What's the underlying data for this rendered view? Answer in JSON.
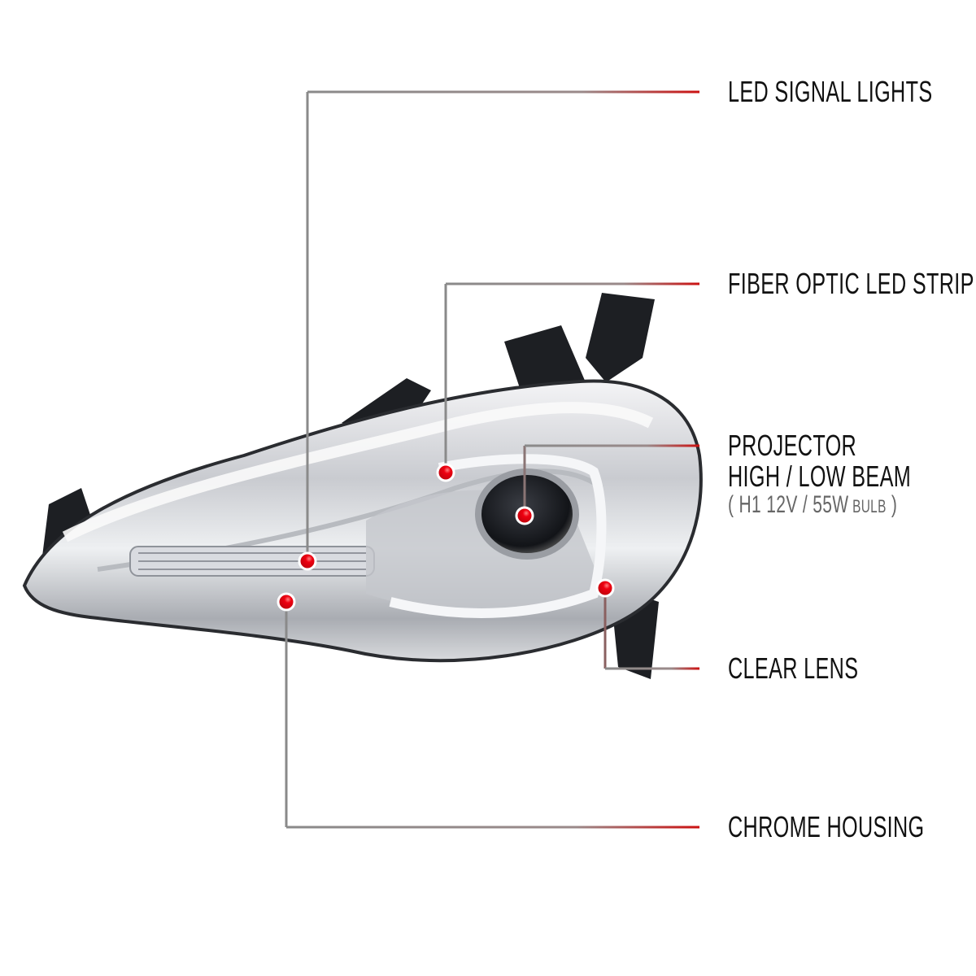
{
  "callouts": [
    {
      "id": "led",
      "label": "LED SIGNAL LIGHTS"
    },
    {
      "id": "fiber",
      "label": "FIBER OPTIC LED STRIP"
    },
    {
      "id": "projector",
      "label": "PROJECTOR",
      "line2": "HIGH / LOW BEAM",
      "spec_open": "( ",
      "spec": "H1  12V / 55W",
      "spec_unit": " BULB",
      "spec_close": " )"
    },
    {
      "id": "lens",
      "label": "CLEAR LENS"
    },
    {
      "id": "housing",
      "label": "CHROME HOUSING"
    }
  ],
  "colors": {
    "dot": "#e00012",
    "line_gray": "#8a8a8a",
    "line_red": "#cc1111",
    "text": "#111111"
  }
}
